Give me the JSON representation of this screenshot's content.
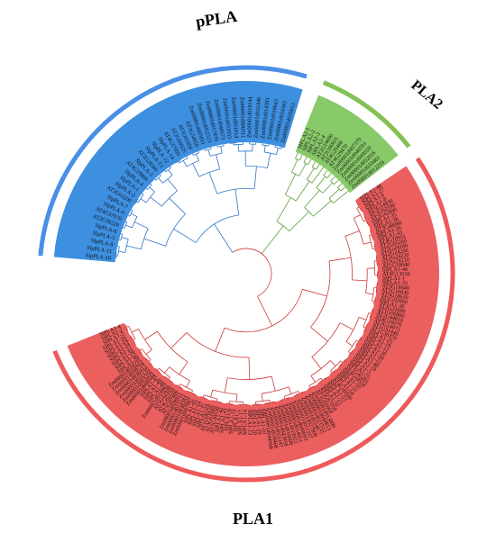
{
  "clades": [
    {
      "title": "pPLA",
      "color": "#4a8fe7",
      "sector_fill": "#3d8fe0",
      "branch_color": "#2f74c8",
      "leaves": [
        "SlpPLA-10",
        "SlpPLA-11",
        "SlpPLA-8",
        "SlpPLA-5",
        "SlpPLA-6",
        "AT2G39220",
        "AT4G37070",
        "SlpPLA-9",
        "SlpPLA-7",
        "AT3G63200",
        "SlpPLA-2",
        "SlpPLA-1",
        "SlpPLA-4",
        "AT4G29800",
        "SlpPLA-3",
        "AT2G26560",
        "SlpPLA-13",
        "SlpPLA-12",
        "SlpPLA-14",
        "AT4G37050",
        "AT2G06925",
        "AT1G61850",
        "AT3G54950",
        "Zm00001d003811",
        "Zm00001d051513",
        "Zm00001d017870",
        "Zm00001d049573",
        "Zm00001d031833",
        "Zm00001d051814",
        "Zm00001d006911",
        "Zm00001d018144",
        "Zm00001d032446",
        "Zm00001d014393",
        "Zm00001d018643",
        "Zm00001d024343",
        "Zm00001d035813"
      ]
    },
    {
      "title": "PLA2",
      "color": "#84c155",
      "sector_fill": "#88c96a",
      "branch_color": "#5e9e3a",
      "leaves": [
        "SlPLA2-1",
        "SlPLA2-2",
        "SlPLA2-3",
        "SlPLA2-4",
        "AT2G19690",
        "AT2G06925",
        "AT4G29460",
        "AT4G29470",
        "Zm00001d007379",
        "Zm00001d046593",
        "Zm00001d049559",
        "Zm00001d052016",
        "Zm00001d033461",
        "Zm00001d012259"
      ]
    },
    {
      "title": "PLA1",
      "color": "#ee5a5a",
      "sector_fill": "#ec5f5f",
      "branch_color": "#cc3a3a",
      "leaves": [
        "SlPLA1-44",
        "SlPLA1-27",
        "SlPLA1-9",
        "SlPLA1-8",
        "AT5G14930",
        "AT3G62590",
        "AT2G42690",
        "SlPLA1-35",
        "SlPLA1-38",
        "AT3G48080",
        "SlPLA1-26",
        "SlPLA1-43",
        "AT4G10955",
        "AT2G05260",
        "AT5G24180",
        "AT5G24200",
        "AT5G24220",
        "AT5G24210",
        "AT1G10040",
        "SlPLA1-46",
        "AT4G13550",
        "SlPLA1-1",
        "SlPLA1-33",
        "AT5G18640",
        "AT5G16030",
        "AT5G18630",
        "AT1G02660",
        "SlPLA1-36",
        "AT2G31690",
        "AT1G06800",
        "AT2G44810",
        "AT4G16070",
        "AT3G14075",
        "AT1G51440",
        "AT1G30370",
        "SlPLA1-25",
        "SlPLA1-18",
        "SlPLA1-12",
        "SlPLA1-30",
        "SlPLA1-28",
        "SlPLA1-22",
        "SlPLA1-40",
        "SlPLA1-19",
        "SlPLA1-5",
        "SlPLA1-55",
        "AT1G45201",
        "AT4G18550",
        "SlPLA1-50",
        "SlPLA1-31",
        "SlPLA1-54",
        "AT4G00500",
        "SlPLA1-53",
        "SlPLA1-21",
        "SlPLA1-32",
        "AT5G67050",
        "AT1G02660",
        "Zm00001d013800",
        "Zm00001d048813",
        "Zm00001d021512",
        "Zm00001d034877",
        "Zm00001d027908",
        "Zm00001d011357",
        "Zm00001d049093",
        "Zm00001d014051",
        "Zm00001d019922",
        "Zm00001d016608",
        "Zm00001d043958",
        "Zm00001d051247",
        "Zm00001d038468",
        "Zm00001d044068",
        "SlPLA1-10",
        "SlPLA1-29",
        "SlPLA1-20",
        "SlPLA1-13",
        "SlPLA1-14",
        "SlPLA1-17",
        "SlPLA1-7",
        "SlPLA1-15",
        "SlPLA1-6",
        "SlPLA1-41",
        "SlPLA1-42",
        "AT2G30550",
        "AT3G61680",
        "AT1G06250",
        "SlPLA1-51",
        "SlPLA1-37",
        "SlPLA1-23",
        "SlPLA1-45",
        "Zm00001d007967",
        "Zm00001d038293",
        "Zm00001d015123",
        "Zm00001d028911",
        "AT3G07400",
        "AT4G02250",
        "AT5G42930",
        "Zm00001d034962",
        "SlPLA1-48",
        "SlPLA1-49",
        "SlPLA1-47",
        "Zm00001d008584",
        "Zm00001d003256",
        "Zm00001d022135",
        "Zm00001d036412",
        "Zm00001d008754",
        "Zm00001d010235",
        "SlPLA1-39",
        "SlPLA1-52",
        "SlPLA1-56",
        "SlPLA1-11",
        "SlPLA1-34",
        "SlPLA1-24",
        "SlPLA1-16",
        "SlPLA1-3",
        "SlPLA1-2",
        "SlPLA1-4"
      ]
    }
  ]
}
